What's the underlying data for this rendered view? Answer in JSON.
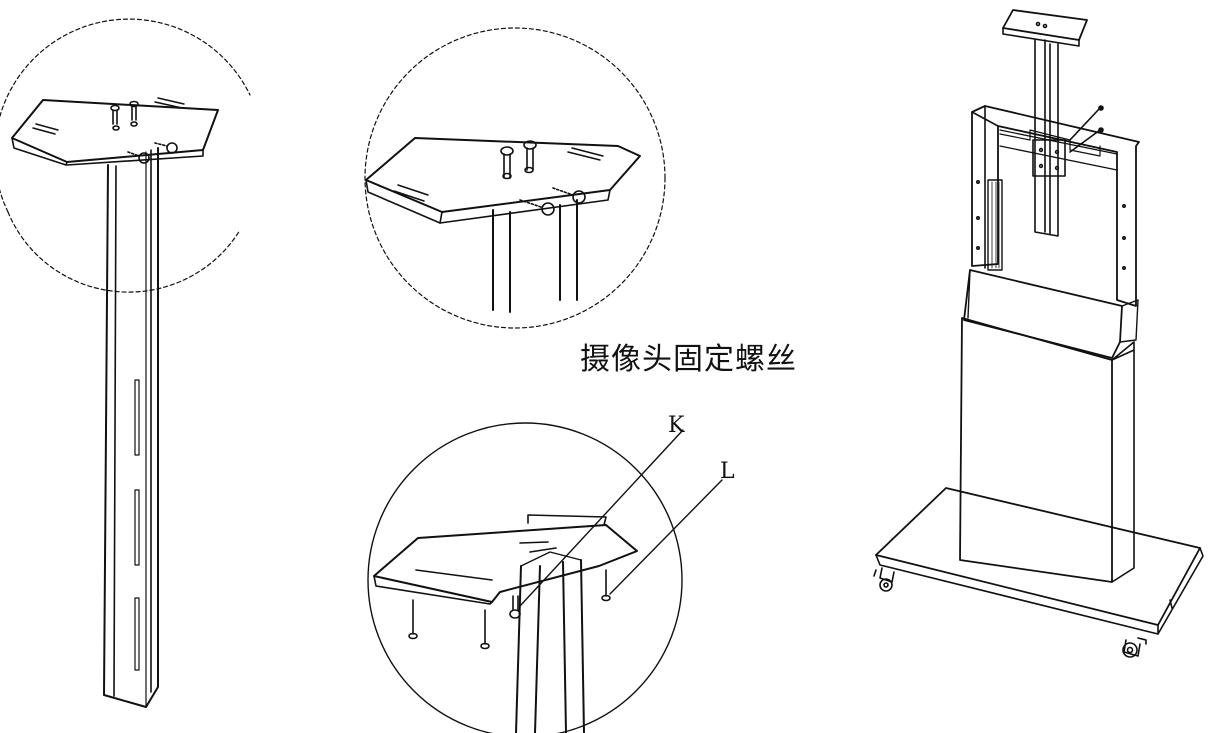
{
  "caption": "摄像头固定螺丝",
  "callouts": {
    "k": "K",
    "l": "L"
  },
  "colors": {
    "line": "#111111",
    "background": "#ffffff"
  },
  "panels": [
    {
      "name": "pole-with-camera-plate",
      "zoom": "dashed-circle"
    },
    {
      "name": "camera-plate-detail",
      "zoom": "dashed-circle"
    },
    {
      "name": "underside-screw-detail",
      "zoom": "solid-circle"
    },
    {
      "name": "assembled-stand",
      "zoom": "none"
    }
  ]
}
